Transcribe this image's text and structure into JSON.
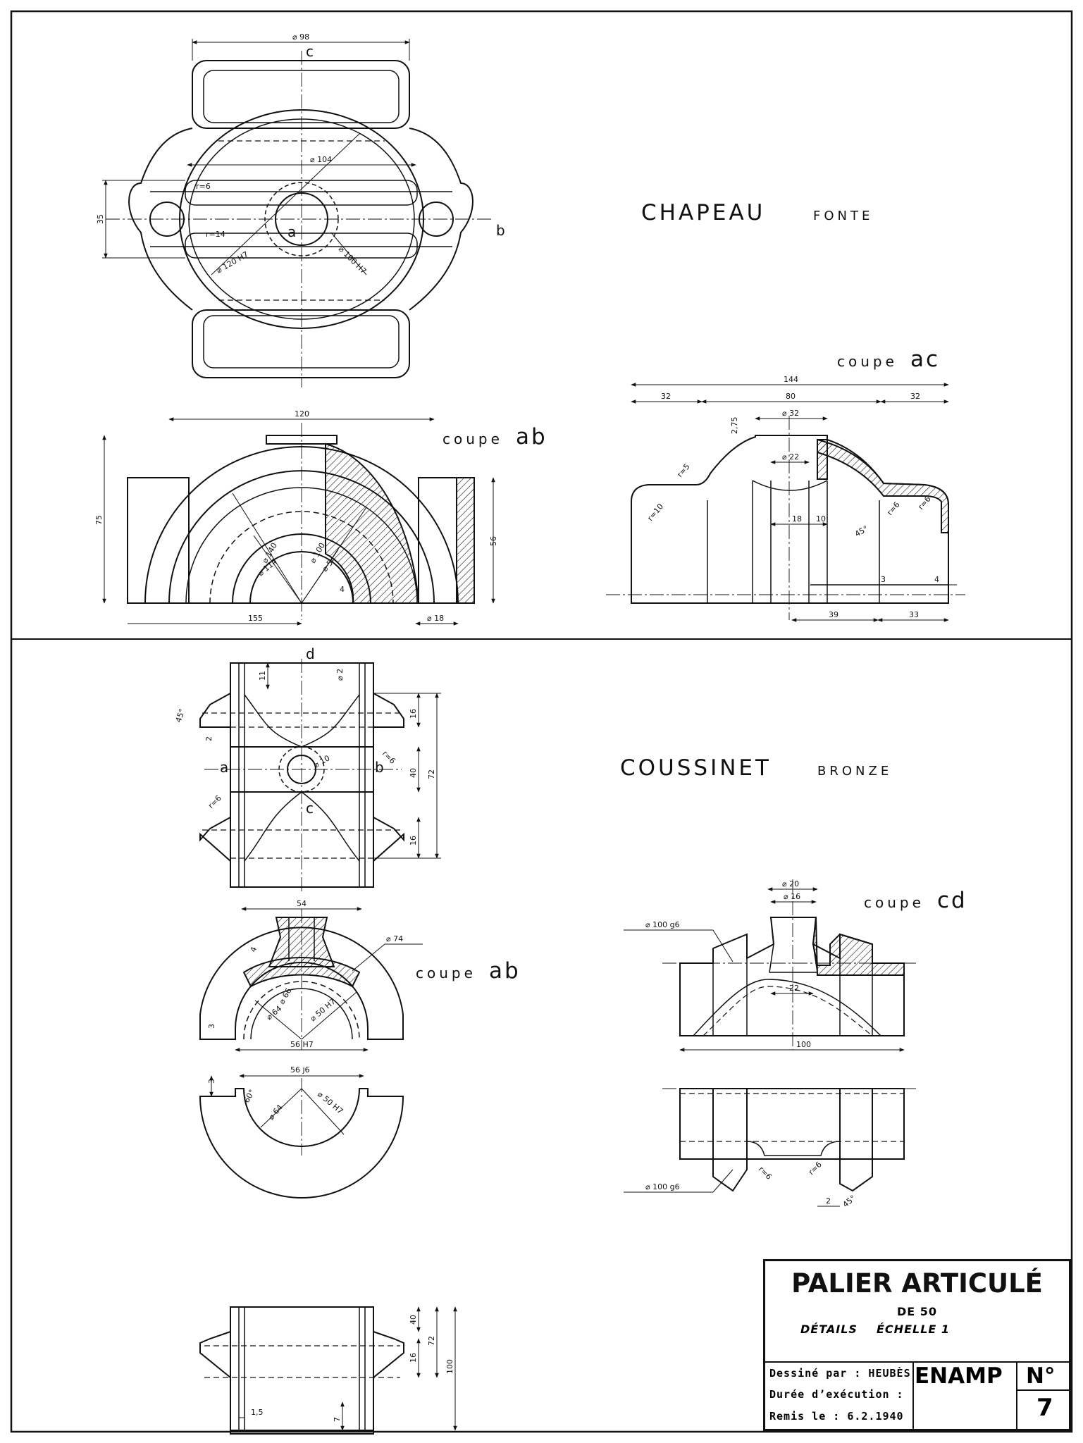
{
  "sections": {
    "chapeau": {
      "title": "CHAPEAU",
      "material": "FONTE"
    },
    "coussinet": {
      "title": "COUSSINET",
      "material": "BRONZE"
    }
  },
  "section_labels": {
    "chapeau_ab_word": "coupe",
    "chapeau_ab_letters": "ab",
    "chapeau_ac_word": "coupe",
    "chapeau_ac_letters": "ac",
    "coussinet_ab_word": "coupe",
    "coussinet_ab_letters": "ab",
    "coussinet_cd_word": "coupe",
    "coussinet_cd_letters": "cd"
  },
  "view_letters": {
    "top_c": "c",
    "top_a": "a",
    "top_b": "b",
    "bottom_d": "d",
    "bottom_a": "a",
    "bottom_b": "b",
    "bottom_c": "c"
  },
  "dimensions": {
    "chapeau_top": [
      "⌀ 98",
      "⌀ 104",
      "35",
      "r=6",
      "r=14",
      "⌀ 120 H7",
      "⌀ 100 H7"
    ],
    "chapeau_ab": [
      "120",
      "75",
      "56",
      "⌀ 140",
      "⌀ 100",
      "⌀ 114",
      "⌀ 54",
      "4",
      "155",
      "⌀ 18"
    ],
    "chapeau_ac": [
      "144",
      "32",
      "80",
      "32",
      "2,75",
      "⌀ 32",
      "⌀ 22",
      "r=5",
      "r=10",
      "18",
      "10",
      "45°",
      "r=6",
      "r=6",
      "3",
      "4",
      "39",
      "33"
    ],
    "coussinet_top": [
      "11",
      "⌀ 2",
      "45°",
      "2",
      "16",
      "r=6",
      "⌀ 10",
      "40",
      "72",
      "r=6",
      "16"
    ],
    "coussinet_ab": [
      "54",
      "⌀ 74",
      "4",
      "⌀ 66",
      "⌀ 64",
      "⌀ 50 H7",
      "3",
      "56 H7"
    ],
    "coussinet_half": [
      "3",
      "56 j6",
      "60°",
      "⌀ 64",
      "⌀ 50 H7"
    ],
    "coussinet_cd": [
      "⌀ 20",
      "⌀ 16",
      "⌀ 100 g6",
      "22",
      "100",
      "⌀ 100 g6",
      "r=6",
      "r=6",
      "2",
      "45°"
    ],
    "coussinet_side": [
      "40",
      "72",
      "100",
      "16",
      "7",
      "1,5"
    ]
  },
  "title_block": {
    "title": "PALIER ARTICULÉ",
    "subtitle": "DE 50",
    "details": "DÉTAILS",
    "scale": "ÉCHELLE 1",
    "drawn_by": "Dessiné par : HEUBÈS",
    "duration": "Durée d’exécution :",
    "submitted": "Remis le : 6.2.1940",
    "school": "ENAMP",
    "number_label": "N°",
    "number": "7"
  },
  "colors": {
    "ink": "#111111",
    "paper": "#ffffff"
  }
}
